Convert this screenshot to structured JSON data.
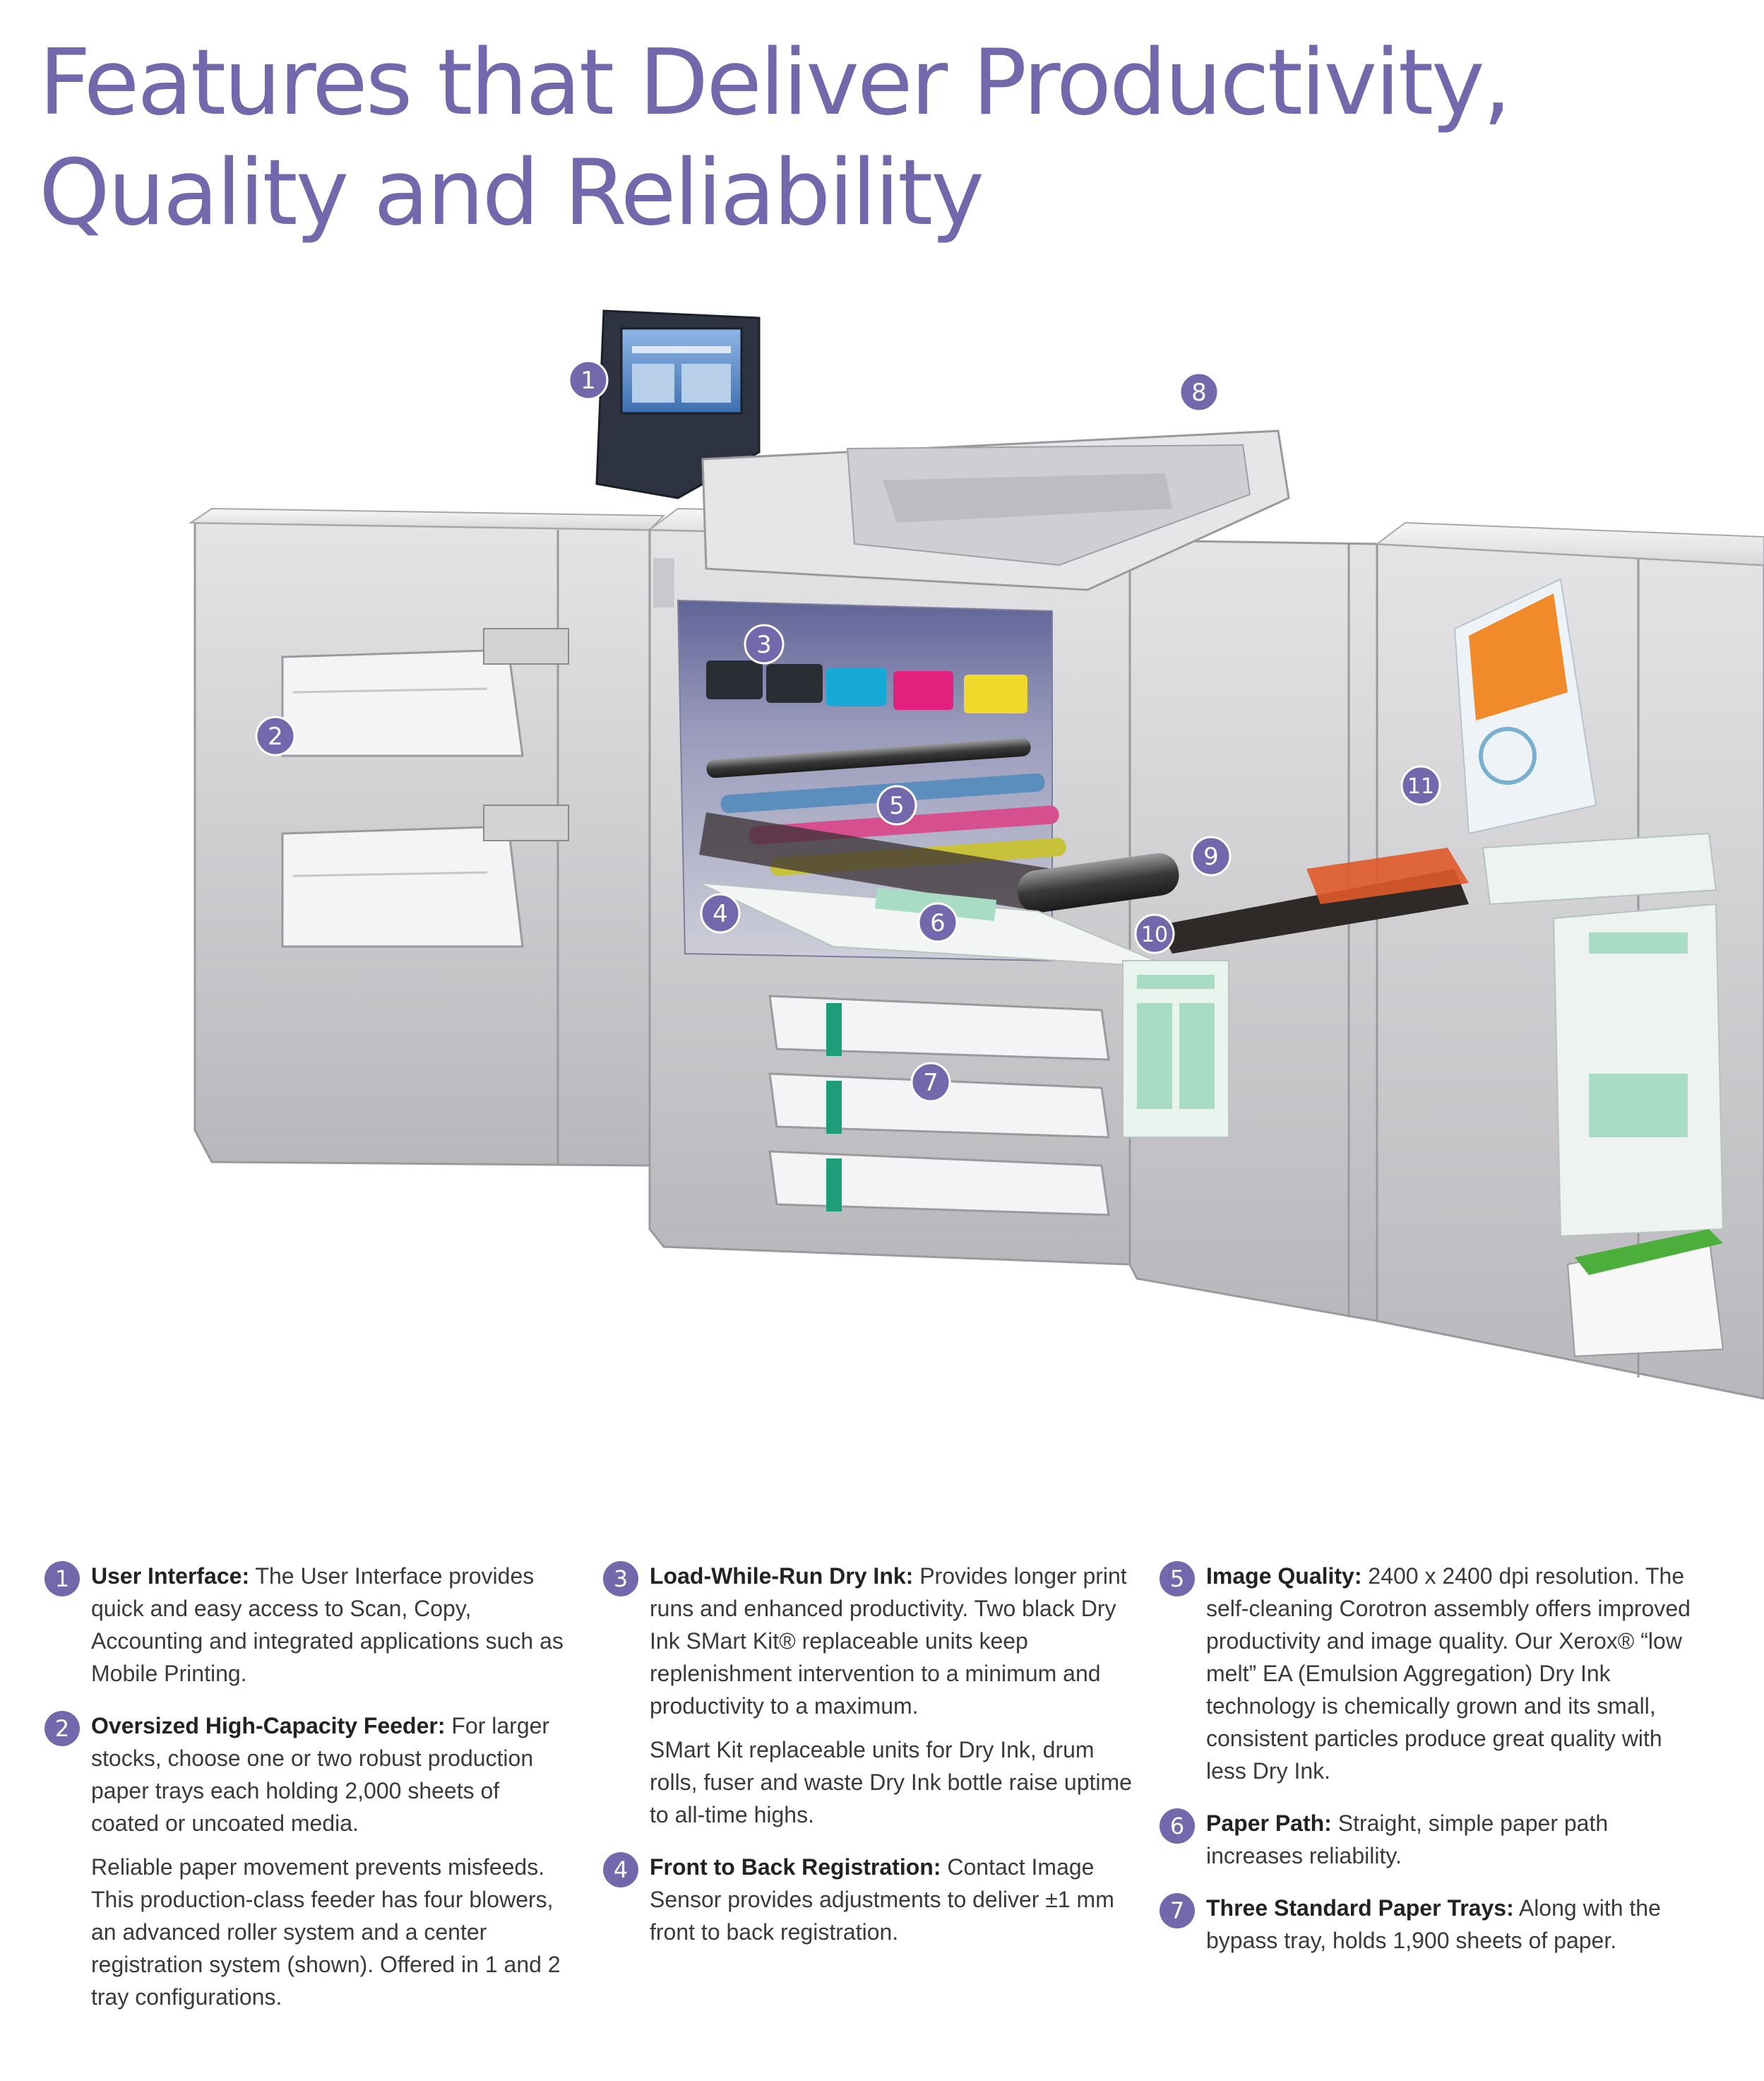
{
  "colors": {
    "accent": "#7468ad",
    "body_text": "#3a3a3a"
  },
  "headline": {
    "line1": "Features that Deliver Productivity,",
    "line2": "Quality and Reliability"
  },
  "callouts": [
    "1",
    "2",
    "3",
    "4",
    "5",
    "6",
    "7",
    "8",
    "9",
    "10",
    "11"
  ],
  "features": [
    {
      "num": "1",
      "title": "User Interface:",
      "paragraphs": [
        "The User Interface provides quick and easy access to Scan, Copy, Accounting and integrated applications such as Mobile Printing."
      ]
    },
    {
      "num": "2",
      "title": "Oversized High-Capacity Feeder:",
      "paragraphs": [
        "For larger stocks, choose one or two robust production paper trays each holding 2,000 sheets of coated or uncoated media.",
        "Reliable paper movement prevents misfeeds. This production-class feeder has four blowers, an advanced roller system and a center registration system (shown). Offered in 1 and 2 tray configurations."
      ]
    },
    {
      "num": "3",
      "title": "Load-While-Run Dry Ink:",
      "paragraphs": [
        "Provides longer print runs and enhanced productivity. Two black Dry Ink SMart Kit® replaceable units keep replenishment intervention to a minimum and productivity to a maximum.",
        "SMart Kit replaceable units for Dry Ink, drum rolls, fuser and waste Dry Ink bottle raise uptime to all-time highs."
      ]
    },
    {
      "num": "4",
      "title": "Front to Back Registration:",
      "paragraphs": [
        "Contact Image Sensor provides adjustments to deliver ±1 mm front to back registration."
      ]
    },
    {
      "num": "5",
      "title": "Image Quality:",
      "paragraphs": [
        "2400 x 2400 dpi resolution. The self-cleaning Corotron assembly offers improved productivity and image quality. Our Xerox® “low melt” EA (Emulsion Aggregation) Dry Ink technology is chemically grown and its small, consistent particles produce great quality with less Dry Ink."
      ]
    },
    {
      "num": "6",
      "title": "Paper Path:",
      "paragraphs": [
        "Straight, simple paper path increases reliability."
      ]
    },
    {
      "num": "7",
      "title": "Three Standard Paper Trays:",
      "paragraphs": [
        "Along with the bypass tray, holds 1,900 sheets of paper."
      ]
    }
  ]
}
